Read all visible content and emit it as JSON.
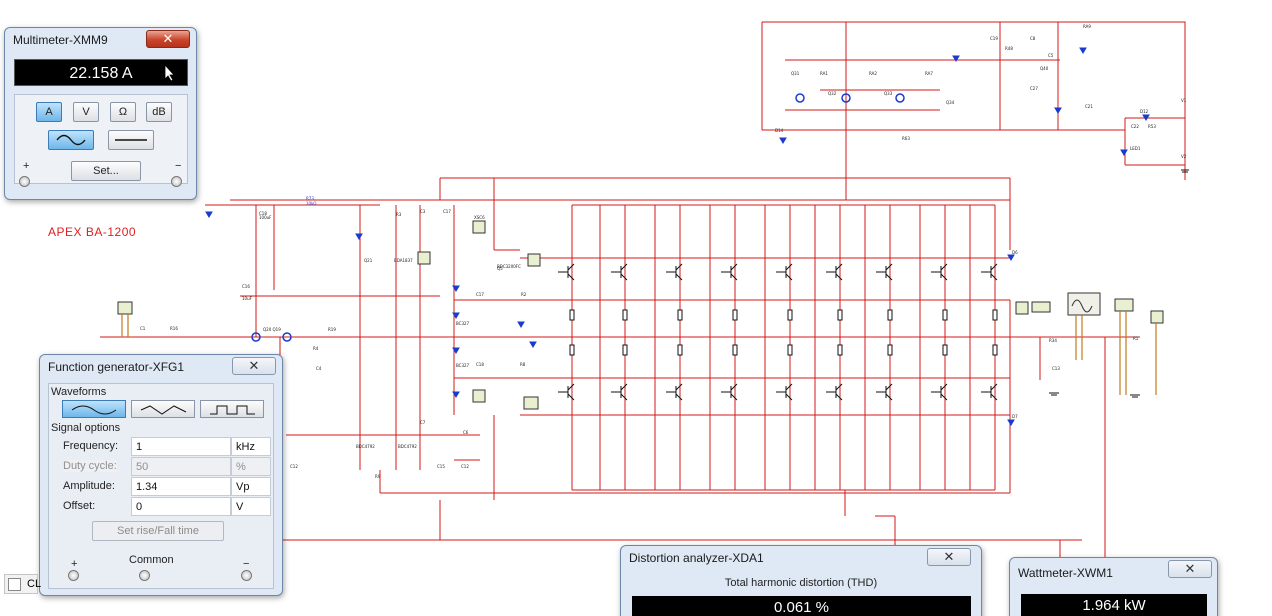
{
  "schematic": {
    "title": "APEX BA-1200",
    "colors": {
      "wire": "#d01818",
      "component": "#111111",
      "diode": "#1a3bcf",
      "label_blue": "#2034c8",
      "background": "#ffffff"
    }
  },
  "multimeter": {
    "title": "Multimeter-XMM9",
    "close_icon": "close-icon",
    "reading": "22.158 A",
    "buttons": [
      "A",
      "V",
      "Ω",
      "dB"
    ],
    "active_button": "A",
    "mode_buttons": [
      "ac-wave-icon",
      "dc-line-icon"
    ],
    "active_mode": "ac",
    "set_label": "Set...",
    "plus_label": "+",
    "minus_label": "−"
  },
  "function_generator": {
    "title": "Function generator-XFG1",
    "close_icon": "close-icon",
    "waveforms_label": "Waveforms",
    "waveforms": [
      "sine-wave-icon",
      "triangle-wave-icon",
      "square-wave-icon"
    ],
    "active_waveform": "sine",
    "signal_options_label": "Signal options",
    "fields": [
      {
        "label": "Frequency:",
        "value": "1",
        "unit": "kHz",
        "enabled": true
      },
      {
        "label": "Duty cycle:",
        "value": "50",
        "unit": "%",
        "enabled": false
      },
      {
        "label": "Amplitude:",
        "value": "1.34",
        "unit": "Vp",
        "enabled": true
      },
      {
        "label": "Offset:",
        "value": "0",
        "unit": "V",
        "enabled": true
      }
    ],
    "rise_fall_label": "Set rise/Fall time",
    "common_label": "Common",
    "plus_label": "+",
    "minus_label": "−"
  },
  "distortion_analyzer": {
    "title": "Distortion analyzer-XDA1",
    "close_icon": "close-icon",
    "caption": "Total harmonic distortion (THD)",
    "reading": "0.061 %"
  },
  "wattmeter": {
    "title": "Wattmeter-XWM1",
    "close_icon": "close-icon",
    "reading": "1.964 kW"
  },
  "taskbar_tab": {
    "label": "CL"
  }
}
